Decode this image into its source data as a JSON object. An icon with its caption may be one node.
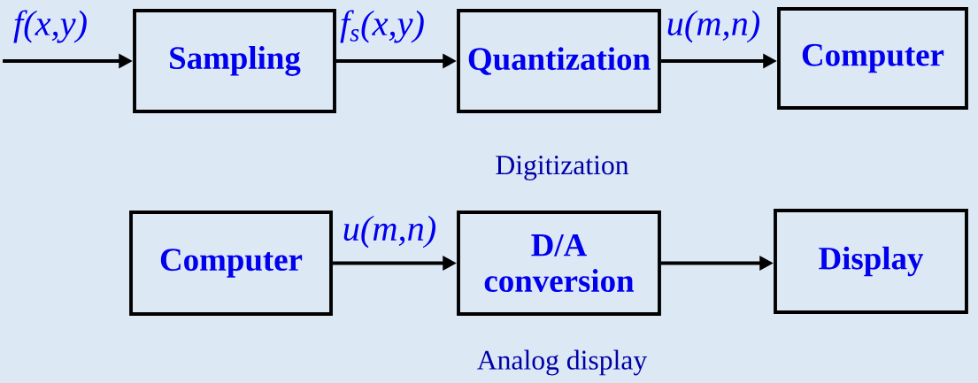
{
  "diagram": {
    "nodes": [
      {
        "text": [
          "Sampling"
        ]
      },
      {
        "text": [
          "Quantization"
        ]
      },
      {
        "text": [
          "Computer"
        ]
      },
      {
        "text": [
          "Computer"
        ]
      },
      {
        "text": [
          "D/A conversion"
        ]
      },
      {
        "text": [
          "Display"
        ]
      }
    ],
    "edges": [
      {
        "from": null,
        "to": 0,
        "arrow": "to",
        "label": "f(x,y)"
      },
      {
        "from": 0,
        "to": 1,
        "arrow": "to",
        "label": "f$_{s}$(x,y)"
      },
      {
        "from": 1,
        "to": 2,
        "arrow": "to",
        "label": "u(m,n)"
      },
      {
        "from": 3,
        "to": 4,
        "arrow": "to",
        "label": "u(m,n)"
      },
      {
        "from": 4,
        "to": 5,
        "arrow": "to"
      }
    ],
    "labels": [
      "Digitization",
      "Analog display"
    ]
  }
}
